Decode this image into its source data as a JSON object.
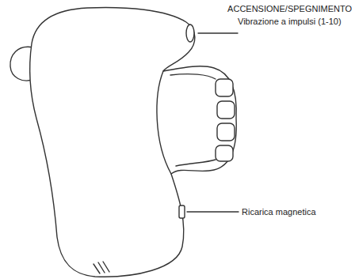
{
  "diagram": {
    "labels": [
      "ACCENSIONE/SPEGNIMENTO",
      "Vibrazione a impulsi (1-10)",
      "Ricarica magnetica"
    ]
  }
}
